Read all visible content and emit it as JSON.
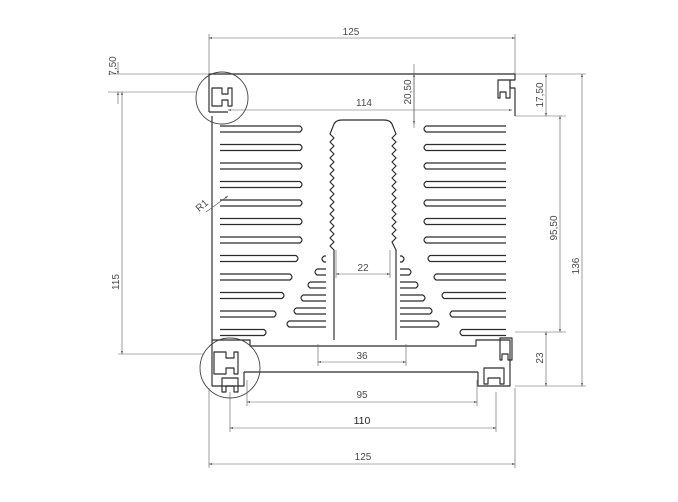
{
  "dimensions": {
    "top_width": "125",
    "bottom_width": "125",
    "left_lip": "7,50",
    "top_offset": "20,50",
    "inner_width": "114",
    "right_top": "17,50",
    "left_height": "115",
    "fin_height": "95,50",
    "total_height": "136",
    "foot_height": "23",
    "center_channel": "22",
    "bottom_gap": "36",
    "rail_inner": "95",
    "rail_outer": "110",
    "radius": "R1"
  }
}
